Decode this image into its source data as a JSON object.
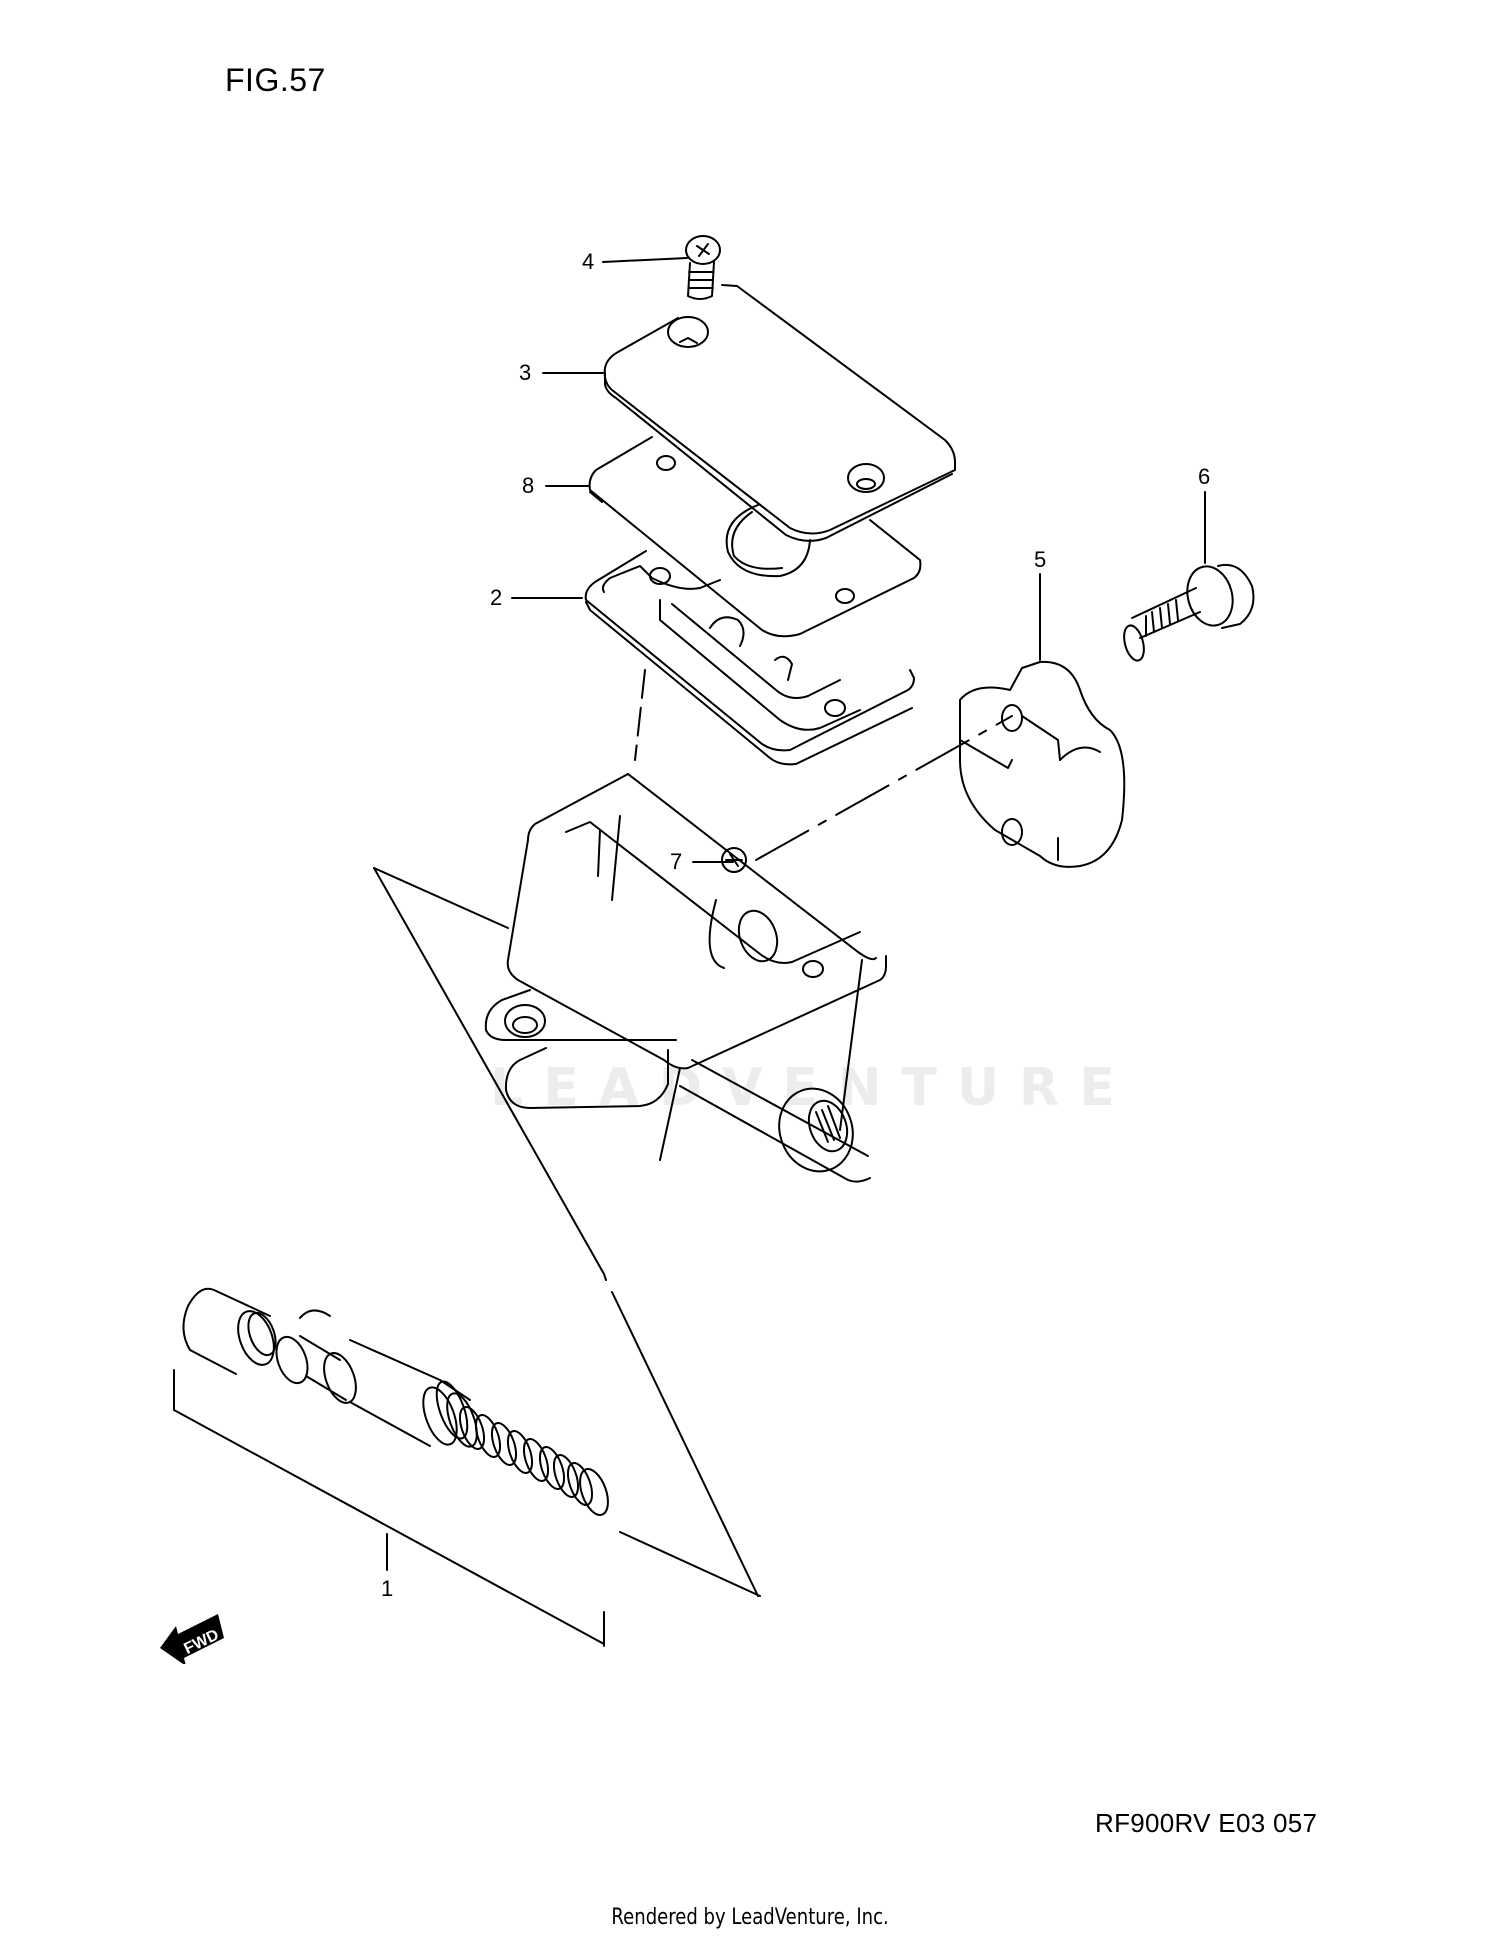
{
  "figure": {
    "title": "FIG.57",
    "model_code": "RF900RV E03  057"
  },
  "callouts": [
    {
      "number": "1",
      "part": "master-cylinder-piston-kit"
    },
    {
      "number": "2",
      "part": "reservoir-gasket-plate"
    },
    {
      "number": "3",
      "part": "reservoir-cover"
    },
    {
      "number": "4",
      "part": "cover-screw"
    },
    {
      "number": "5",
      "part": "handlebar-clamp-holder"
    },
    {
      "number": "6",
      "part": "clamp-bolt"
    },
    {
      "number": "7",
      "part": "plug-screw"
    },
    {
      "number": "8",
      "part": "diaphragm-plate"
    }
  ],
  "labels": {
    "c1": "1",
    "c2": "2",
    "c3": "3",
    "c4": "4",
    "c5": "5",
    "c6": "6",
    "c7": "7",
    "c8": "8"
  },
  "direction_indicator": {
    "text": "FWD",
    "icon": "forward-arrow-icon"
  },
  "watermark": "LEADVENTURE",
  "footer": {
    "text": "Rendered by LeadVenture, Inc."
  },
  "colors": {
    "line": "#000000",
    "background": "#ffffff",
    "watermark": "#ececec"
  }
}
